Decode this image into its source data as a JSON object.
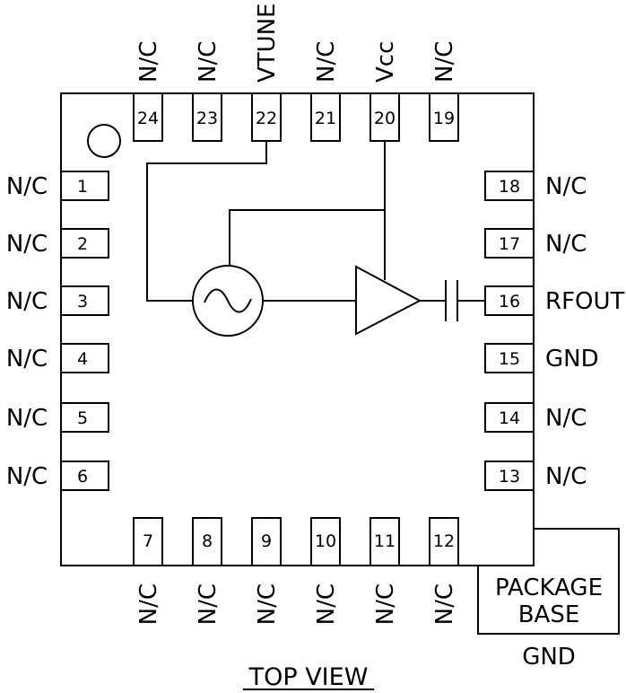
{
  "title": "TOP VIEW",
  "package_base": {
    "line1": "PACKAGE",
    "line2": "BASE",
    "label": "GND"
  },
  "pins": {
    "left": [
      {
        "num": "1",
        "label": "N/C"
      },
      {
        "num": "2",
        "label": "N/C"
      },
      {
        "num": "3",
        "label": "N/C"
      },
      {
        "num": "4",
        "label": "N/C"
      },
      {
        "num": "5",
        "label": "N/C"
      },
      {
        "num": "6",
        "label": "N/C"
      }
    ],
    "bottom": [
      {
        "num": "7",
        "label": "N/C"
      },
      {
        "num": "8",
        "label": "N/C"
      },
      {
        "num": "9",
        "label": "N/C"
      },
      {
        "num": "10",
        "label": "N/C"
      },
      {
        "num": "11",
        "label": "N/C"
      },
      {
        "num": "12",
        "label": "N/C"
      }
    ],
    "right": [
      {
        "num": "13",
        "label": "N/C"
      },
      {
        "num": "14",
        "label": "N/C"
      },
      {
        "num": "15",
        "label": "GND"
      },
      {
        "num": "16",
        "label": "RFOUT"
      },
      {
        "num": "17",
        "label": "N/C"
      },
      {
        "num": "18",
        "label": "N/C"
      }
    ],
    "top": [
      {
        "num": "19",
        "label": "N/C"
      },
      {
        "num": "20",
        "label": "Vcc"
      },
      {
        "num": "21",
        "label": "N/C"
      },
      {
        "num": "22",
        "label": "VTUNE"
      },
      {
        "num": "23",
        "label": "N/C"
      },
      {
        "num": "24",
        "label": "N/C"
      }
    ]
  },
  "icons": {
    "oscillator": "sine-oscillator-icon",
    "amplifier": "amplifier-triangle-icon",
    "capacitor": "capacitor-icon",
    "pin1_marker": "pin1-marker-icon"
  }
}
